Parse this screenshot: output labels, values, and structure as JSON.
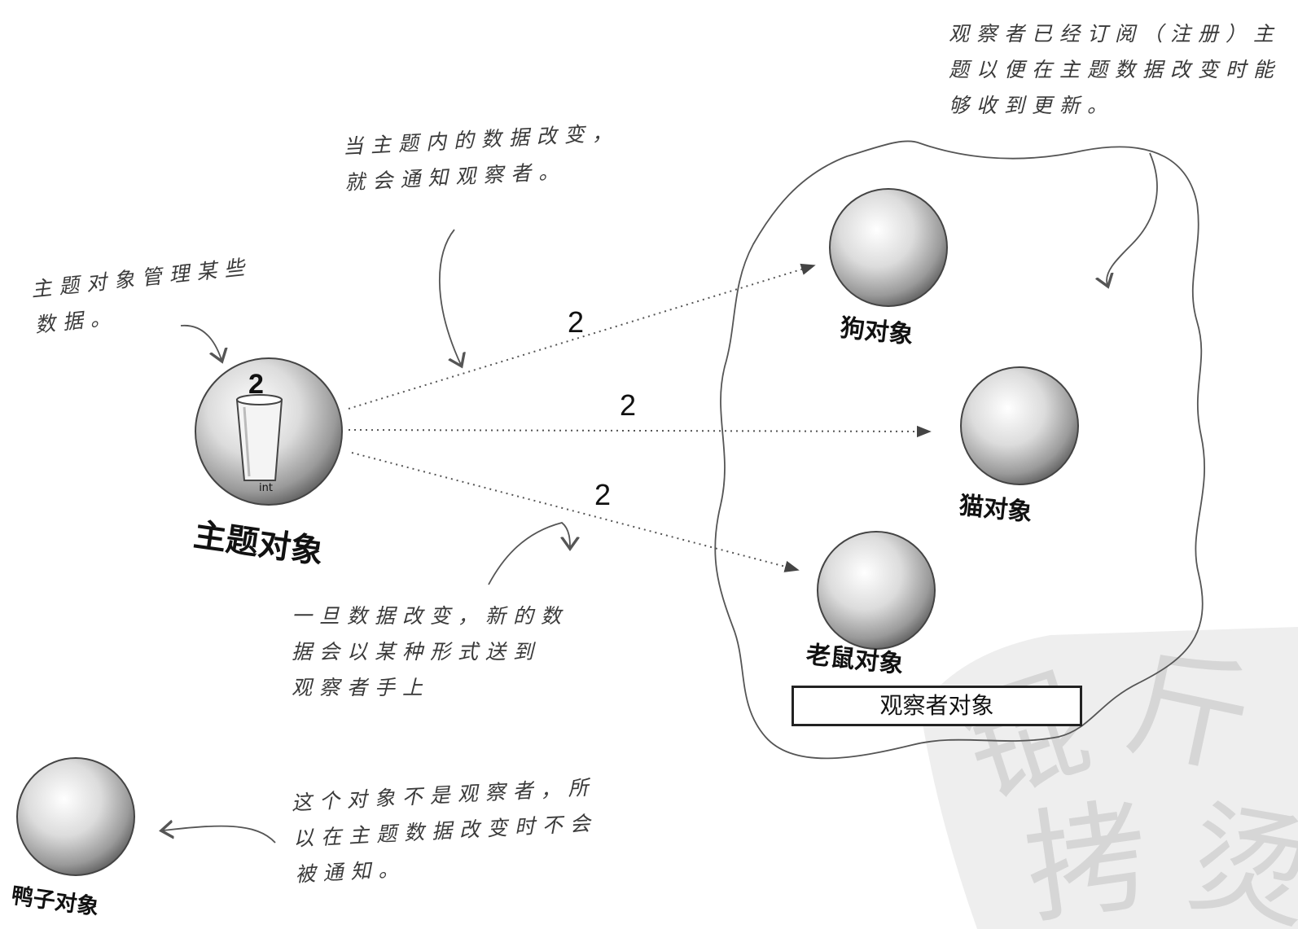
{
  "notes": {
    "subject_manages": "主题对象管理某些\n数据。",
    "data_change": "当主题内的数据改变，\n就会通知观察者。",
    "subscribed": "观察者已经订阅（注册）主\n题以便在主题数据改变时能\n够收到更新。",
    "new_data_sent": "一旦数据改变，新的数\n据会以某种形式送到\n观察者手上",
    "not_observer": "这个对象不是观察者，所\n以在主题数据改变时不会\n被通知。"
  },
  "labels": {
    "subject": "主题对象",
    "dog": "狗对象",
    "cat": "猫对象",
    "mouse": "老鼠对象",
    "duck": "鸭子对象",
    "observers_box": "观察者对象",
    "cup_type": "int",
    "cup_value": "2"
  },
  "messages": {
    "to_dog": "2",
    "to_cat": "2",
    "to_mouse": "2"
  },
  "watermark": {
    "chars": [
      "锟",
      "斤",
      "拷",
      "烫"
    ],
    "color": "#d6d6d6"
  }
}
